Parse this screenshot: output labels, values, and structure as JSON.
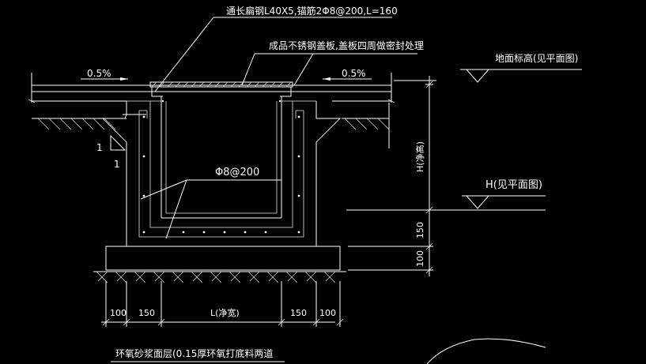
{
  "colors": {
    "background": "#000000",
    "lines": "#ffffff",
    "text": "#ffffff"
  },
  "labels": {
    "cover_steel": "通长扁钢L40X5,锚筋2Φ8@200,L=160",
    "cover_plate": "成品不锈钢盖板,盖板四周做密封处理",
    "slope_left": "0.5%",
    "slope_right": "0.5%",
    "ground_level": "地面标高(见平面图)",
    "depth_label": "H(净高)",
    "h_level": "H(见平面图)",
    "rebar": "Φ8@200",
    "slope_ratio_v": "1",
    "slope_ratio_h": "1",
    "bottom_note": "环氧砂浆面层(0.15厚环氧打底料两道"
  },
  "dimensions": {
    "right_150": "150",
    "right_100": "100",
    "bottom_100_left": "100",
    "bottom_150_left": "150",
    "bottom_L": "L(净宽)",
    "bottom_150_right": "150",
    "bottom_100_right": "100"
  }
}
